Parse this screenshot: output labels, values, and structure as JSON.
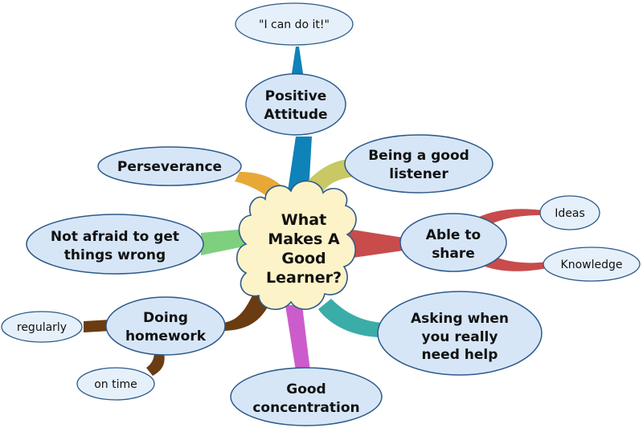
{
  "center": {
    "lines": [
      "What",
      "Makes A",
      "Good",
      "Learner?"
    ]
  },
  "branches": [
    {
      "id": "positive-attitude",
      "lines": [
        "Positive",
        "Attitude"
      ],
      "color": "#0f82b8"
    },
    {
      "id": "listener",
      "lines": [
        "Being a good",
        "listener"
      ],
      "color": "#c8c864"
    },
    {
      "id": "share",
      "lines": [
        "Able to",
        "share"
      ],
      "color": "#c84c4c"
    },
    {
      "id": "asking",
      "lines": [
        "Asking when",
        "you really",
        "need help"
      ],
      "color": "#3aada8"
    },
    {
      "id": "concentration",
      "lines": [
        "Good",
        "concentration"
      ],
      "color": "#cc5ccc"
    },
    {
      "id": "homework",
      "lines": [
        "Doing",
        "homework"
      ],
      "color": "#6b3c12"
    },
    {
      "id": "not-afraid",
      "lines": [
        "Not afraid to get",
        "things wrong"
      ],
      "color": "#7ed07e"
    },
    {
      "id": "perseverance",
      "lines": [
        "Perseverance"
      ],
      "color": "#e8a838"
    }
  ],
  "sub_nodes": [
    {
      "id": "can-do",
      "parent": "positive-attitude",
      "label": "\"I can do it!\""
    },
    {
      "id": "ideas",
      "parent": "share",
      "label": "Ideas"
    },
    {
      "id": "knowledge",
      "parent": "share",
      "label": "Knowledge"
    },
    {
      "id": "regularly",
      "parent": "homework",
      "label": "regularly"
    },
    {
      "id": "on-time",
      "parent": "homework",
      "label": "on time"
    }
  ],
  "colors": {
    "bubble_fill": "#d6e6f7",
    "bubble_stroke": "#2e5a8a",
    "center_fill": "#fdf3c8",
    "center_stroke": "#2e5a8a"
  }
}
